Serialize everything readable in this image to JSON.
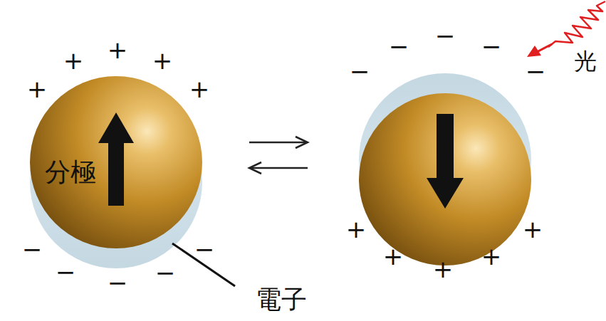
{
  "diagram": {
    "nodes": [
      {
        "text": [
          "分極"
        ]
      }
    ],
    "labels": [
      "+",
      "+",
      "+",
      "+",
      "+",
      "−",
      "−",
      "−",
      "−",
      "−",
      "−",
      "−",
      "−",
      "−",
      "−",
      "+",
      "+",
      "+",
      "+",
      "+",
      "電子",
      "光"
    ]
  }
}
